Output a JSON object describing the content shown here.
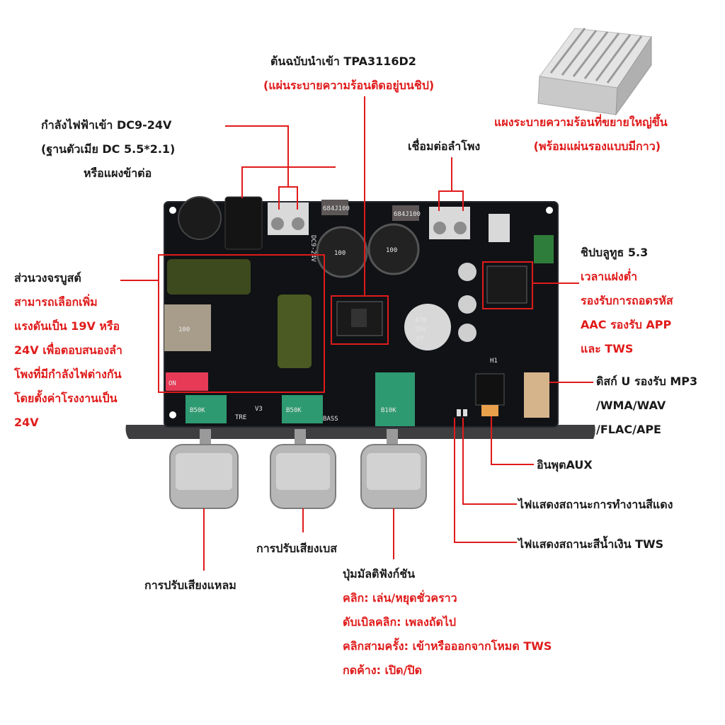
{
  "colors": {
    "line": "#e01b1b",
    "board": "#0f1115",
    "panel": "#3a3a3a",
    "knob": "#b9b9b9",
    "pot": "#2e9a72"
  },
  "labels": {
    "chip": {
      "title": "ต้นฉบับนำเข้า TPA3116D2",
      "sub": "(แผ่นระบายความร้อนติดอยู่บนชิป)"
    },
    "power": {
      "line1": "กำลังไฟฟ้าเข้า DC9-24V",
      "line2": "(ฐานตัวเมีย DC 5.5*2.1)",
      "line3": "หรือแผงข้าต่อ"
    },
    "speaker": {
      "title": "เชื่อมต่อลำโพง"
    },
    "heatsink": {
      "line1": "แผงระบายความร้อนที่ขยายใหญ่ขึ้น",
      "line2": "(พร้อมแผ่นรองแบบมีกาว)"
    },
    "bluetooth": {
      "title": "ชิปบลูทูธ 5.3",
      "line1": "เวลาแฝงต่ำ",
      "line2": "รองรับการถอดรหัส",
      "line3": "AAC รองรับ APP",
      "line4": "และ TWS"
    },
    "boost": {
      "title": "ส่วนวงจรบูสต์",
      "line1": "สามารถเลือกเพิ่ม",
      "line2": "แรงดันเป็น 19V หรือ",
      "line3": "24V เพื่อตอบสนองลำ",
      "line4": "โพงที่มีกำลังไฟต่างกัน",
      "line5": "โดยตั้งค่าโรงงานเป็น",
      "line6": "24V"
    },
    "udisk": {
      "line1": "ดิสก์ U รองรับ MP3",
      "line2": "/WMA/WAV",
      "line3": "/FLAC/APE"
    },
    "aux": {
      "title": "อินพุตAUX"
    },
    "red_led": {
      "title": "ไฟแสดงสถานะการทำงานสีแดง"
    },
    "blue_led": {
      "title": "ไฟแสดงสถานะสีน้ำเงิน TWS"
    },
    "bass": {
      "title": "การปรับเสียงเบส"
    },
    "treble": {
      "title": "การปรับเสียงแหลม"
    },
    "multi": {
      "title": "ปุ่มมัลติฟังก์ชัน",
      "line1": "คลิก: เล่น/หยุดชั่วคราว",
      "line2": "ดับเบิลคลิก: เพลงถัดไป",
      "line3": "คลิกสามครั้ง: เข้าหรือออกจากโหมด TWS",
      "line4": "กดค้าง: เปิด/ปิด"
    }
  },
  "silkscreen": {
    "pot1": "B50K",
    "pot2": "B50K",
    "pot3": "B10K",
    "tre": "TRE",
    "bass": "BASS",
    "v3": "V3",
    "cap1": "470",
    "cap2": "35V",
    "cap3": "VT",
    "ind1": "684J100",
    "ind2": "684J100",
    "coil": "100",
    "dc": "DC9-24V",
    "on": "ON",
    "h1": "H1"
  }
}
